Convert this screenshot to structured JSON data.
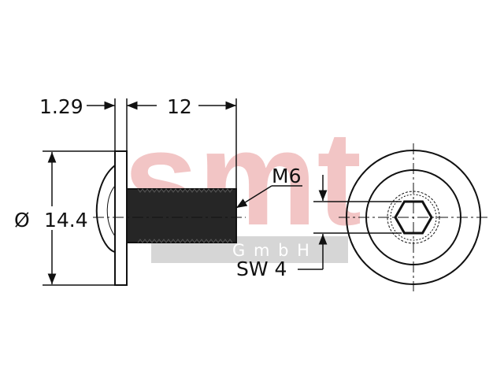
{
  "dimensions": {
    "flange_thickness": "1.29",
    "shaft_length": "12",
    "diameter_symbol": "Ø",
    "head_diameter": "14.4",
    "thread": "M6",
    "hex_size": "SW 4"
  },
  "watermark": {
    "brand": "smt",
    "subtitle": "G m b H"
  },
  "colors": {
    "line": "#111111",
    "thread_fill": "#262626",
    "watermark_red": "#f0bcbc",
    "watermark_band": "#d2d2d2"
  }
}
